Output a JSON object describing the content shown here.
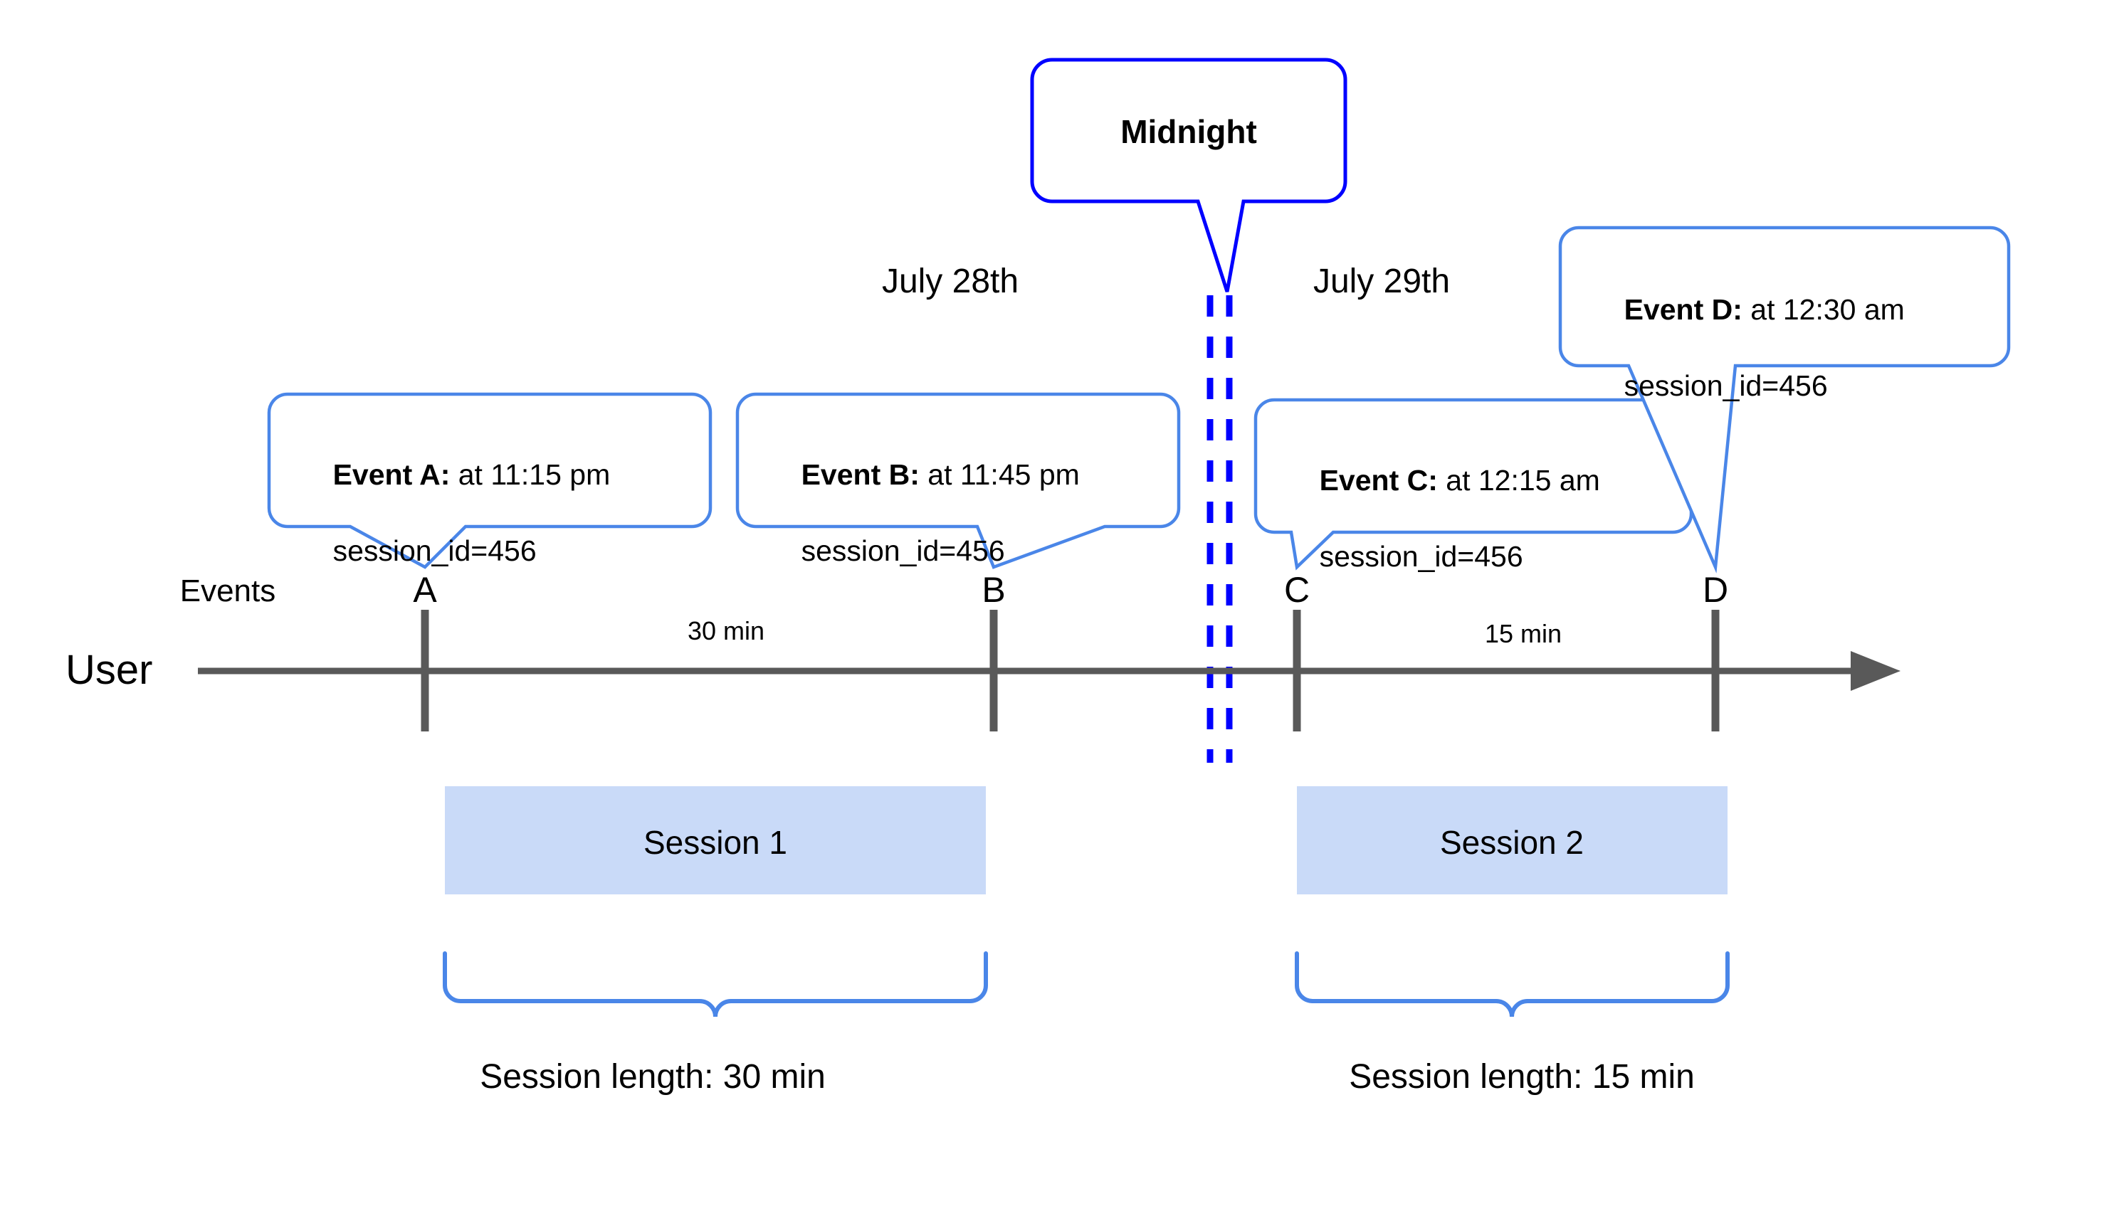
{
  "diagram": {
    "title_callout": {
      "label": "Midnight"
    },
    "lanes": {
      "events_label": "Events",
      "user_label": "User"
    },
    "dates": [
      {
        "name": "date-july-28",
        "label": "July 28th"
      },
      {
        "name": "date-july-29",
        "label": "July 29th"
      }
    ],
    "events": [
      {
        "id": "A",
        "tick_letter": "A",
        "callout_name": "event-a-callout",
        "bold": "Event A:",
        "rest": " at 11:15 pm",
        "line2": "session_id=456"
      },
      {
        "id": "B",
        "tick_letter": "B",
        "callout_name": "event-b-callout",
        "bold": "Event B:",
        "rest": " at 11:45 pm",
        "line2": "session_id=456"
      },
      {
        "id": "C",
        "tick_letter": "C",
        "callout_name": "event-c-callout",
        "bold": "Event C:",
        "rest": " at 12:15 am",
        "line2": "session_id=456"
      },
      {
        "id": "D",
        "tick_letter": "D",
        "callout_name": "event-d-callout",
        "bold": "Event D:",
        "rest": " at 12:30 am",
        "line2": "session_id=456"
      }
    ],
    "durations": [
      {
        "name": "duration-a-b",
        "label": "30 min"
      },
      {
        "name": "duration-c-d",
        "label": "15 min"
      }
    ],
    "sessions": [
      {
        "name": "session-1",
        "box_label": "Session 1",
        "length_label": "Session length: 30 min"
      },
      {
        "name": "session-2",
        "box_label": "Session 2",
        "length_label": "Session length: 15 min"
      }
    ],
    "colors": {
      "callout_border": "#4a86e8",
      "midnight_border": "#0000ff",
      "midnight_dashes": "#0000ff",
      "session_fill": "#c9daf8",
      "axis": "#595959",
      "brace": "#4a86e8",
      "text": "#000000",
      "background": "#ffffff"
    }
  }
}
